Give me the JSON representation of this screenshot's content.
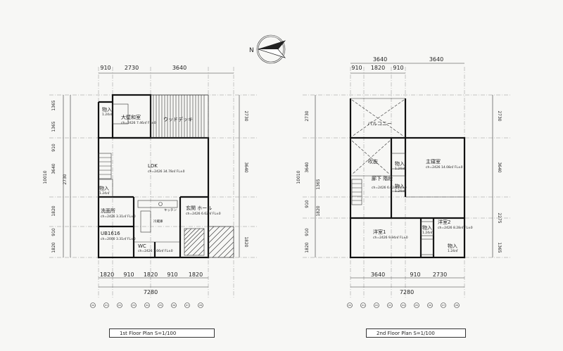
{
  "plans": [
    {
      "caption": "1st Floor Plan  S=1/100",
      "top_dims": [
        "910",
        "2730",
        "3640"
      ],
      "bottom_dims": [
        "1820",
        "910",
        "1820",
        "910",
        "1820"
      ],
      "bottom_total": "7280",
      "left_dims": [
        "1365",
        "1365",
        "910",
        "3640",
        "2730",
        "1820",
        "910",
        "1820"
      ],
      "left_total": "10010",
      "right_dims": [
        "2730",
        "3640",
        "1820"
      ],
      "rooms": [
        {
          "name": "物入",
          "sub": "1.24㎡"
        },
        {
          "name": "大壁和室",
          "sub": "ch=2426 7.46㎡ FL±0"
        },
        {
          "name": "ウッドデッキ",
          "sub": ""
        },
        {
          "name": "LDK",
          "sub": "ch=2426 34.78㎡ FL±0"
        },
        {
          "name": "物入",
          "sub": "1.24㎡"
        },
        {
          "name": "洗面所",
          "sub": "ch=2426 3.31㎡ FL±0"
        },
        {
          "name": "UB1616",
          "sub": "ch=2000 3.31㎡ FL±0"
        },
        {
          "name": "WC",
          "sub": "ch=2426 1.66㎡ FL±0"
        },
        {
          "name": "玄関 ホール",
          "sub": "ch=2426 6.62㎡ FL±0"
        },
        {
          "name": "キッチン",
          "sub": ""
        },
        {
          "name": "冷蔵庫",
          "sub": ""
        }
      ]
    },
    {
      "caption": "2nd Floor Plan  S=1/100",
      "top_dims": [
        "910",
        "1820",
        "910"
      ],
      "top_outer": [
        "3640",
        "3640"
      ],
      "bottom_dims": [
        "3640",
        "910",
        "2730"
      ],
      "bottom_total": "7280",
      "left_dims": [
        "2730",
        "3640",
        "1365",
        "910",
        "1820",
        "910",
        "1820"
      ],
      "left_total": "10010",
      "right_dims": [
        "2730",
        "3640",
        "2275",
        "1365"
      ],
      "rooms": [
        {
          "name": "バルコニー",
          "sub": ""
        },
        {
          "name": "吹抜",
          "sub": ""
        },
        {
          "name": "廊下 階段",
          "sub": "ch=2426 6.62㎡ FL±0"
        },
        {
          "name": "主寝室",
          "sub": "ch=2426 14.08㎡ FL±0"
        },
        {
          "name": "物入",
          "sub": "1.24㎡"
        },
        {
          "name": "物入",
          "sub": "1.24㎡"
        },
        {
          "name": "洋室1",
          "sub": "ch=2426 9.94㎡ FL±0"
        },
        {
          "name": "洋室2",
          "sub": "ch=2426 8.28㎡ FL±0"
        },
        {
          "name": "物入",
          "sub": "1.24㎡"
        },
        {
          "name": "物入",
          "sub": "1.24㎡"
        }
      ]
    }
  ],
  "compass_label": "N",
  "grid_labels": [
    "X0",
    "X1",
    "X2",
    "X3",
    "X4",
    "X5",
    "X6",
    "X7",
    "X8"
  ]
}
